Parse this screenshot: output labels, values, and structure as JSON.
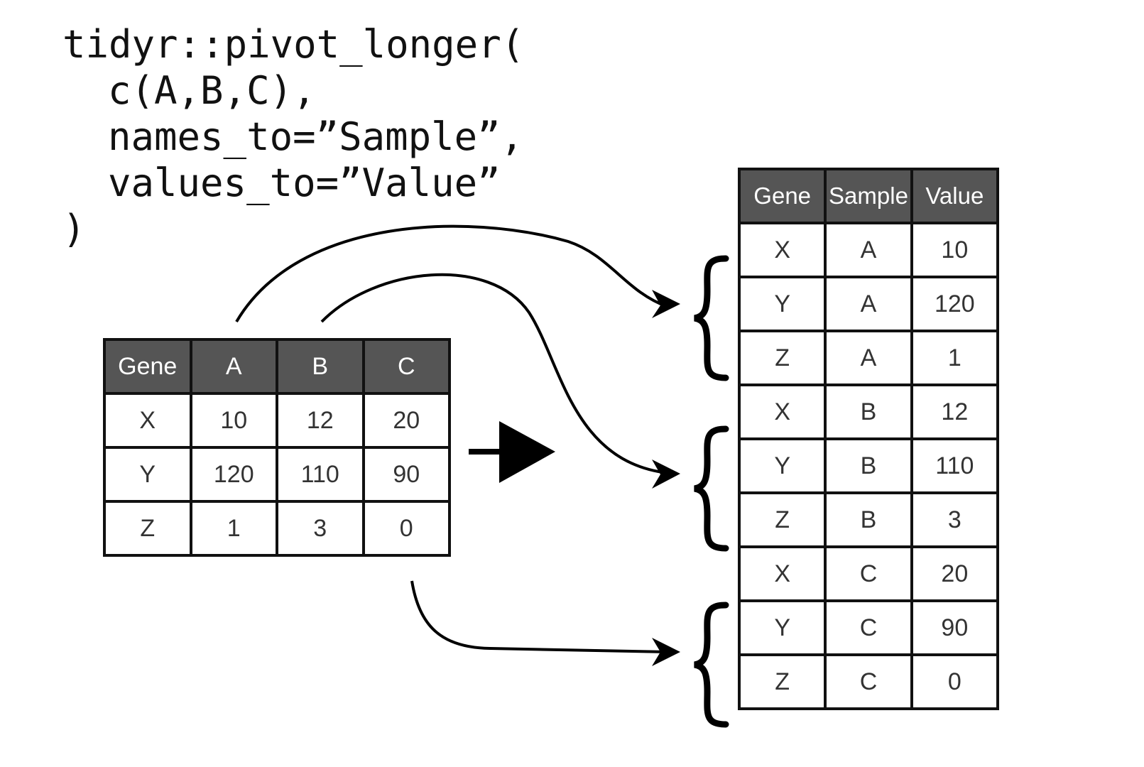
{
  "code": {
    "lines": [
      "tidyr::pivot_longer(",
      "c(A,B,C),",
      "names_to=”Sample”,",
      "values_to=”Value”",
      ")"
    ]
  },
  "wide_table": {
    "headers": [
      "Gene",
      "A",
      "B",
      "C"
    ],
    "rows": [
      [
        "X",
        "10",
        "12",
        "20"
      ],
      [
        "Y",
        "120",
        "110",
        "90"
      ],
      [
        "Z",
        "1",
        "3",
        "0"
      ]
    ]
  },
  "long_table": {
    "headers": [
      "Gene",
      "Sample",
      "Value"
    ],
    "rows": [
      [
        "X",
        "A",
        "10"
      ],
      [
        "Y",
        "A",
        "120"
      ],
      [
        "Z",
        "A",
        "1"
      ],
      [
        "X",
        "B",
        "12"
      ],
      [
        "Y",
        "B",
        "110"
      ],
      [
        "Z",
        "B",
        "3"
      ],
      [
        "X",
        "C",
        "20"
      ],
      [
        "Y",
        "C",
        "90"
      ],
      [
        "Z",
        "C",
        "0"
      ]
    ]
  },
  "colors": {
    "header_bg": "#555555",
    "header_text": "#ffffff",
    "border": "#111111",
    "text": "#333333"
  },
  "icons": {
    "transform_arrow": "right-arrow-icon",
    "group_bracket": "curly-brace-icon",
    "flow_arrow": "curved-arrow-icon"
  }
}
